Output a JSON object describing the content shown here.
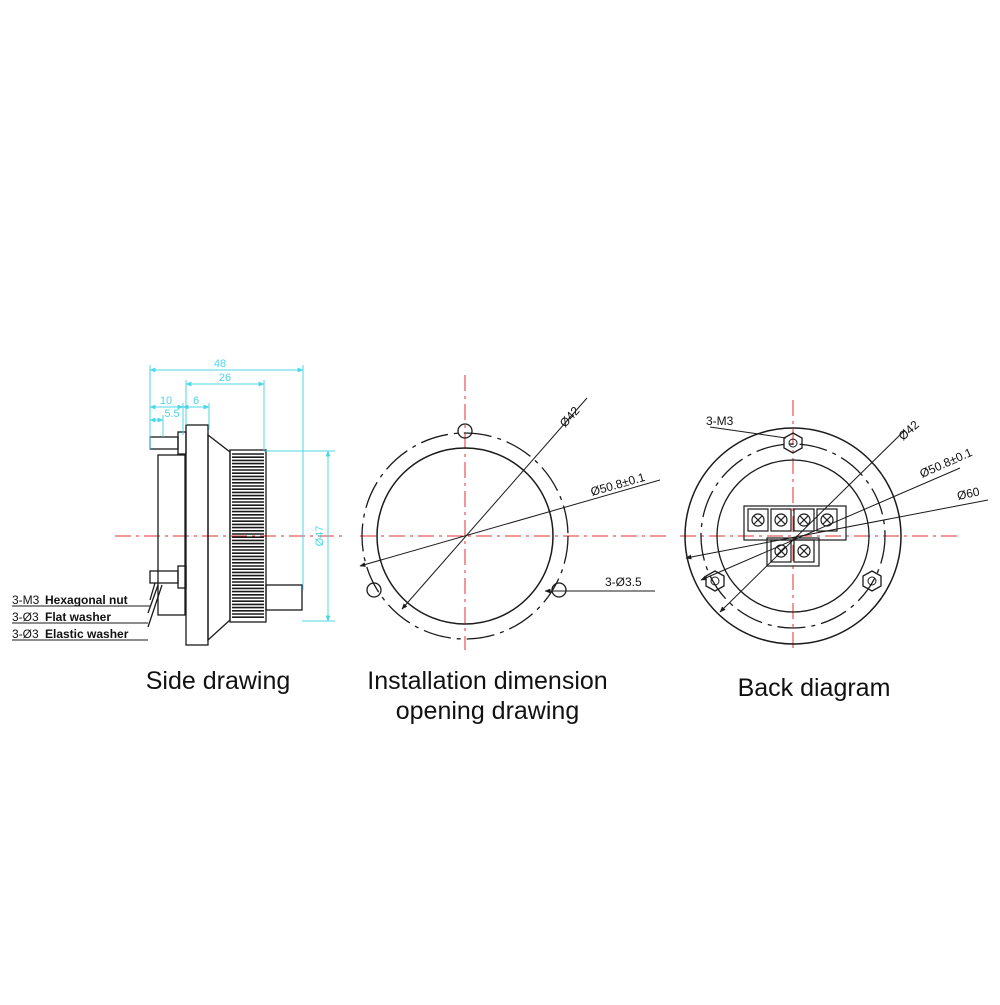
{
  "side": {
    "caption": "Side drawing",
    "dims": {
      "total": "48",
      "mid": "26",
      "left": "10",
      "right": "6",
      "small": "5.5",
      "dia": "Ø47"
    },
    "labels": [
      {
        "qty": "3-M3",
        "name": "Hexagonal nut"
      },
      {
        "qty": "3-Ø3",
        "name": "Flat washer"
      },
      {
        "qty": "3-Ø3",
        "name": "Elastic washer"
      }
    ]
  },
  "install": {
    "caption_line1": "Installation dimension",
    "caption_line2": "opening drawing",
    "dim_inner": "Ø42",
    "dim_pcd": "Ø50.8±0.1",
    "dim_holes": "3-Ø3.5"
  },
  "back": {
    "caption": "Back diagram",
    "thread": "3-M3",
    "dim_inner": "Ø42",
    "dim_pcd": "Ø50.8±0.1",
    "dim_outer": "Ø60"
  },
  "colors": {
    "line": "#1a1a1a",
    "center": "#e03030",
    "dim": "#4dd6e6"
  }
}
